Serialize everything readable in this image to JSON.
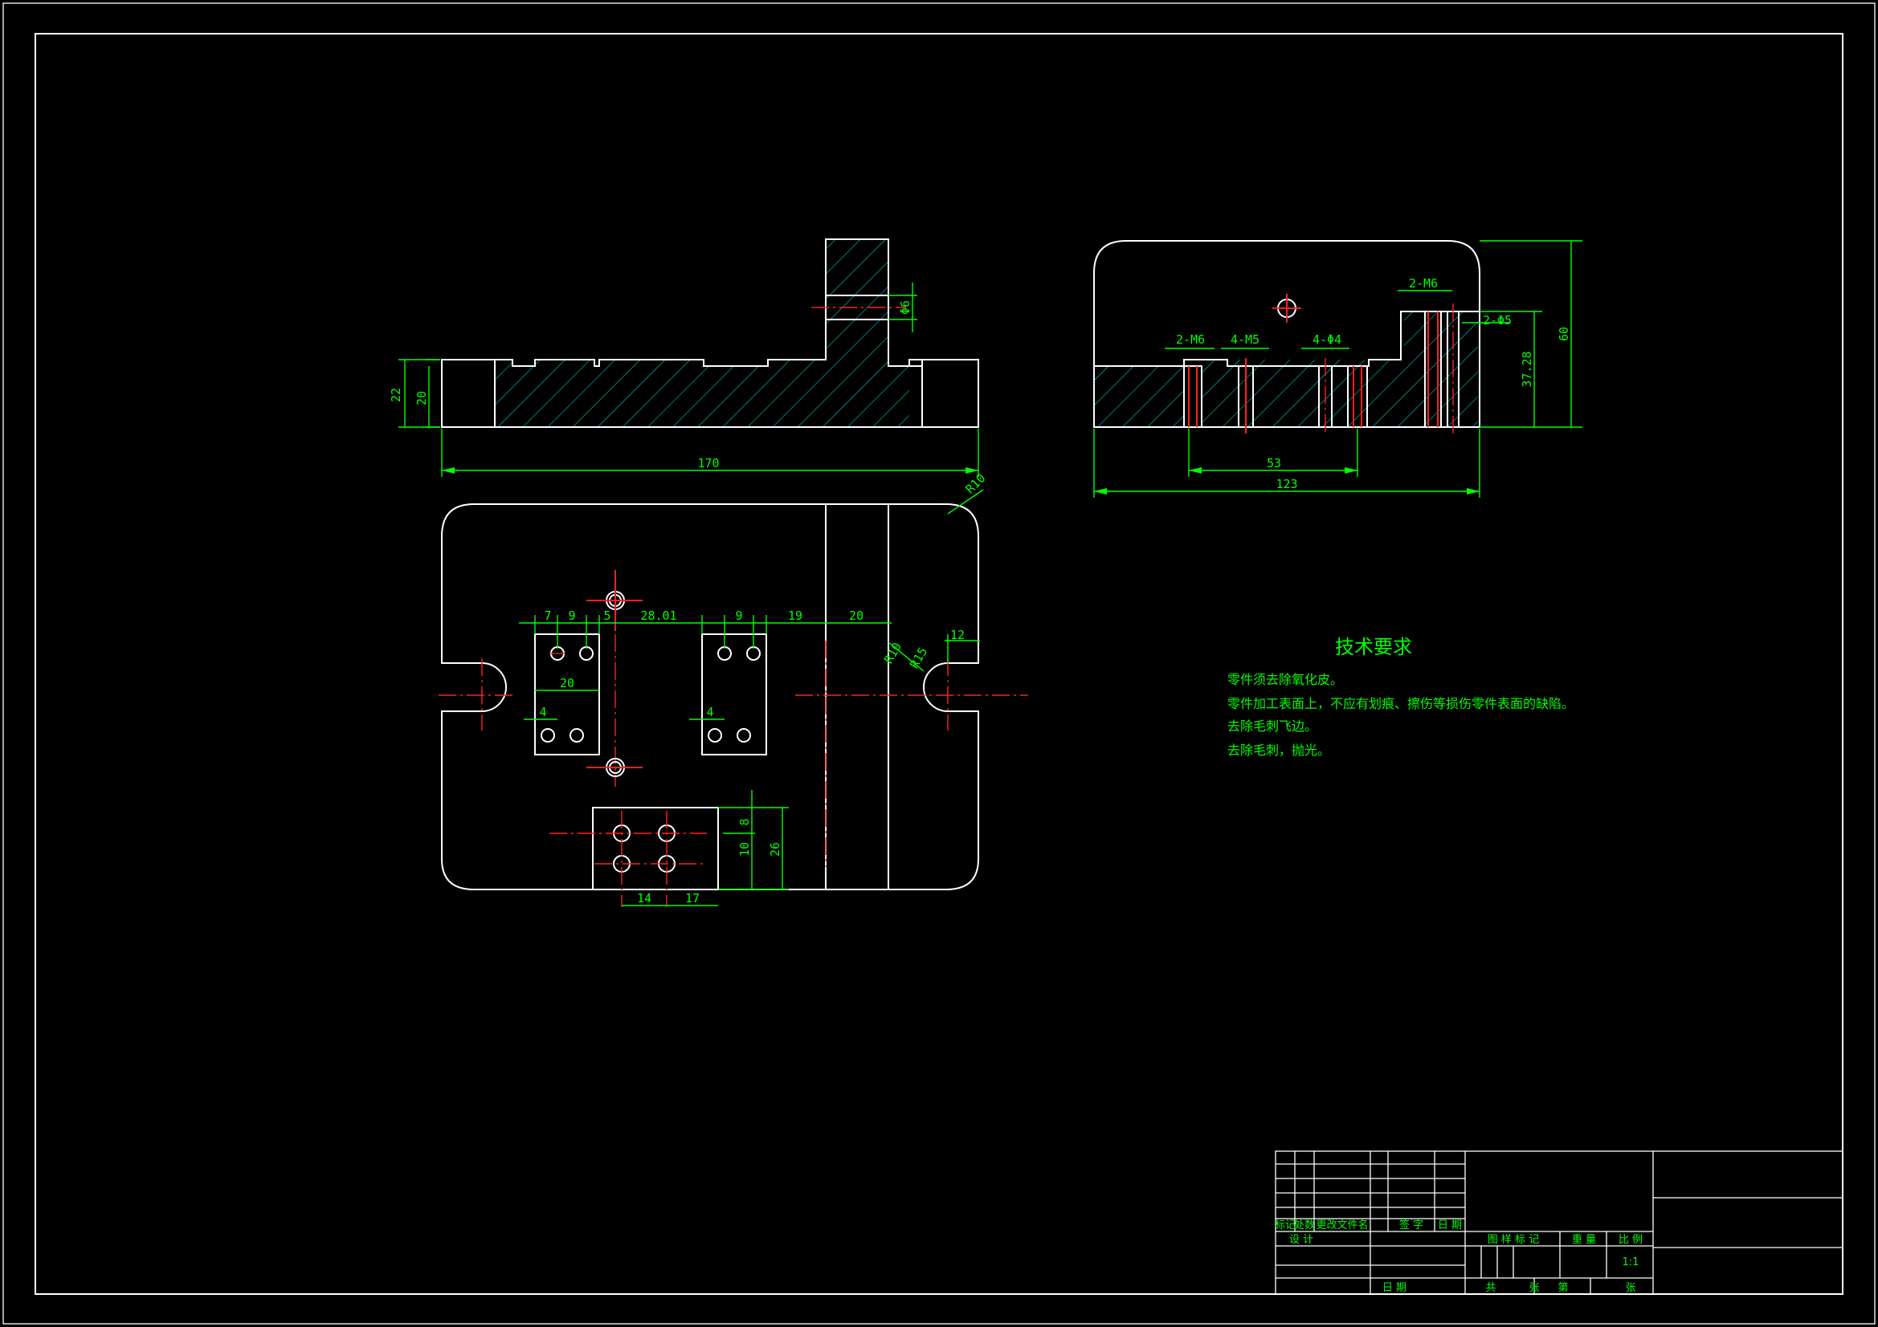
{
  "dimensions": {
    "front": {
      "d22": "22",
      "d20": "20",
      "d170": "170",
      "dphi6": "Φ6"
    },
    "side": {
      "d2m6a": "2-M6",
      "d4m5": "4-M5",
      "d4phi4": "4-Φ4",
      "d2m6b": "2-M6",
      "d2phi5": "2-Φ5",
      "d53": "53",
      "d123": "123",
      "d60": "60",
      "d3728": "37.28"
    },
    "top": {
      "r10a": "R10",
      "r10b": "R10",
      "r15": "R15",
      "d7": "7",
      "d9a": "9",
      "d5": "5",
      "d2801": "28.01",
      "d9b": "9",
      "d19": "19",
      "d20a": "20",
      "d12": "12",
      "d20b": "20",
      "d4a": "4",
      "d4b": "4",
      "d8": "8",
      "d10": "10",
      "d26": "26",
      "d14": "14",
      "d17": "17"
    }
  },
  "technical_requirements": {
    "title": "技术要求",
    "items": [
      "零件须去除氧化皮。",
      "零件加工表面上，不应有划痕、擦伤等损伤零件表面的缺陷。",
      "去除毛刺飞边。",
      "去除毛刺，抛光。"
    ]
  },
  "title_block": {
    "rev_headers": [
      "标记",
      "处数",
      "更改文件名",
      "签 字",
      "日 期"
    ],
    "design": "设 计",
    "date": "日 期",
    "mid_headers": [
      "图 样 标 记",
      "重 量",
      "比 例"
    ],
    "scale": "1:1",
    "bottom": [
      "共",
      "张",
      "第",
      "张"
    ]
  },
  "colors": {
    "background": "#000000",
    "outline": "#ffffff",
    "dimension": "#00ff00",
    "centerline": "#ff2020",
    "hatch": "#00c8c8"
  }
}
